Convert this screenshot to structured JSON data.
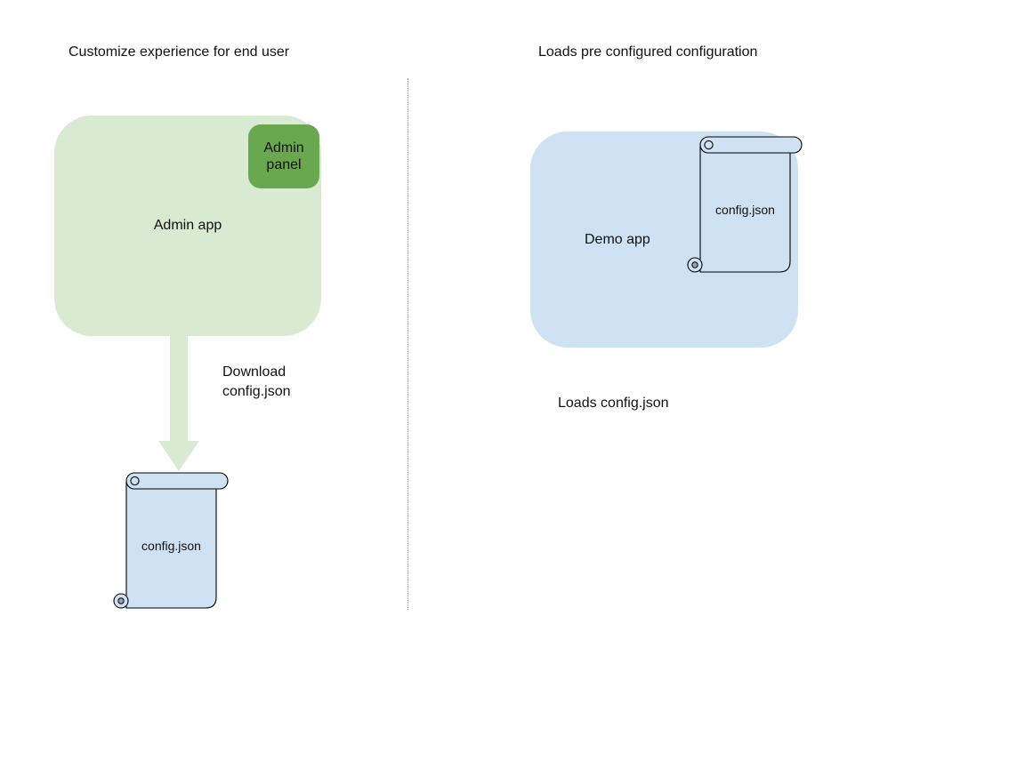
{
  "diagram": {
    "left": {
      "title": "Customize experience for end user",
      "admin_app_label": "Admin app",
      "admin_panel_label": "Admin panel",
      "download_caption": "Download config.json",
      "config_file_label": "config.json"
    },
    "right": {
      "title": "Loads pre configured configuration",
      "demo_app_label": "Demo app",
      "config_file_label": "config.json",
      "caption": "Loads config.json"
    },
    "colors": {
      "admin_app_fill": "#d9ead3",
      "admin_panel_fill": "#6aa84f",
      "arrow_fill": "#d9ead3",
      "demo_app_fill": "#cfe2f3",
      "config_file_fill": "#cfe2f3",
      "outline": "#000000",
      "divider": "#999999"
    }
  }
}
